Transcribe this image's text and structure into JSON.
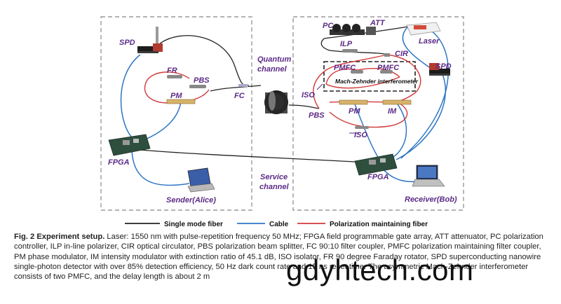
{
  "labels": {
    "spd_left": "SPD",
    "fr": "FR",
    "pbs_left": "PBS",
    "pm_left": "PM",
    "fc": "FC",
    "fpga_left": "FPGA",
    "sender": "Sender(Alice)",
    "quantum_channel_1": "Quantum",
    "quantum_channel_2": "channel",
    "service_channel_1": "Service",
    "service_channel_2": "channel",
    "pc": "PC",
    "att": "ATT",
    "laser": "Laser",
    "ilp": "ILP",
    "cir": "CIR",
    "pmfc_1": "PMFC",
    "pmfc_2": "PMFC",
    "spd_right": "SPD",
    "mzi": "Mach-Zehnder interferometer",
    "iso_1": "ISO",
    "pbs_right": "PBS",
    "pm_right": "PM",
    "im": "IM",
    "iso_2": "ISO",
    "fpga_right": "FPGA",
    "receiver": "Receiver(Bob)"
  },
  "legend": [
    {
      "label": "Single mode fiber",
      "color": "#222222"
    },
    {
      "label": "Cable",
      "color": "#2d76c4"
    },
    {
      "label": "Polarization maintaining fiber",
      "color": "#d23a3a"
    }
  ],
  "caption": {
    "heading": "Fig. 2 Experiment setup.",
    "body": " Laser: 1550 nm with pulse-repetition frequency 50 MHz; FPGA field programmable gate array, ATT attenuator, PC polarization controller, ILP in-line polarizer, CIR optical circulator, PBS polarization beam splitter, FC 90:10 filter coupler, PMFC polarization maintaining filter coupler, PM phase modulator, IM intensity modulator with extinction ratio of 45.1 dB, ISO isolator, FR 90 degree Faraday rotator, SPD superconducting nanowire single-photon detector with over 85% detection efficiency, 50 Hz dark count rate and 15 ns reset time. The asymmetric Mach-Zehnder interferometer consists of two PMFC, and the delay length is about 2 m"
  },
  "watermark": "gdyhtech.com",
  "colors": {
    "fiber": "#222222",
    "cable": "#2d76c4",
    "pm_fiber": "#d23a3a",
    "label": "#5b2a86"
  }
}
